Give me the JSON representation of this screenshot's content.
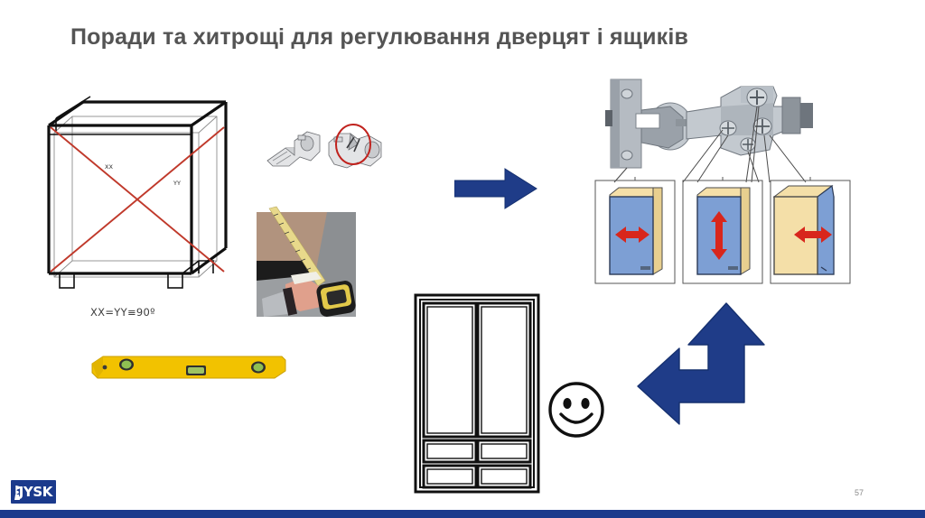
{
  "slide": {
    "title": "Поради та хитрощі для регулювання дверцят і ящиків",
    "page_number": "57",
    "brand": "JYSK",
    "background_color": "#ffffff",
    "footer_bar_color": "#1b3a8c",
    "title_color": "#545454"
  },
  "figures": {
    "cabinet_diagram": {
      "name": "cabinet-squareness-diagram",
      "caption": "XX=YY≡90º",
      "diagonal_labels": [
        "XX",
        "YY"
      ],
      "diagonal_color": "#c0392b",
      "frame_color": "#1a1a1a"
    },
    "hinge_parts": {
      "name": "hinge-parts-illustration",
      "highlight_color": "#c0221d",
      "part_count": 2
    },
    "tape_measure_photo": {
      "name": "tape-measure-photo",
      "description": "hand holding tape measure"
    },
    "spirit_level": {
      "name": "spirit-level-tool",
      "body_color": "#f2c200",
      "vial_color": "#8fbf52"
    },
    "arrow_right": {
      "name": "blue-right-arrow",
      "color": "#1f3c88",
      "direction": "right"
    },
    "hinge_detail": {
      "name": "hinge-mechanism-detail",
      "description": "clip-on cabinet hinge with adjustment screws",
      "metal_color": "#9aa3ad"
    },
    "door_adjustments": {
      "name": "door-adjustment-panels",
      "panels": [
        {
          "label_icon": "horizontal-arrow",
          "direction": "horizontal",
          "door_color": "#7d9fd4",
          "body_color": "#f4dfa8"
        },
        {
          "label_icon": "vertical-arrow",
          "direction": "vertical",
          "door_color": "#7d9fd4",
          "body_color": "#f4dfa8"
        },
        {
          "label_icon": "depth-arrow",
          "direction": "depth",
          "door_color": "#f4dfa8",
          "body_color": "#7d9fd4"
        }
      ],
      "arrow_color": "#d8261c"
    },
    "wardrobe": {
      "name": "wardrobe-outline",
      "doors": 2,
      "drawers": 4,
      "line_color": "#101010"
    },
    "smiley": {
      "name": "smiley-face",
      "color": "#101010"
    },
    "arrow_bent": {
      "name": "blue-bent-double-arrow",
      "color": "#1f3c88",
      "directions": [
        "up",
        "left"
      ]
    }
  }
}
